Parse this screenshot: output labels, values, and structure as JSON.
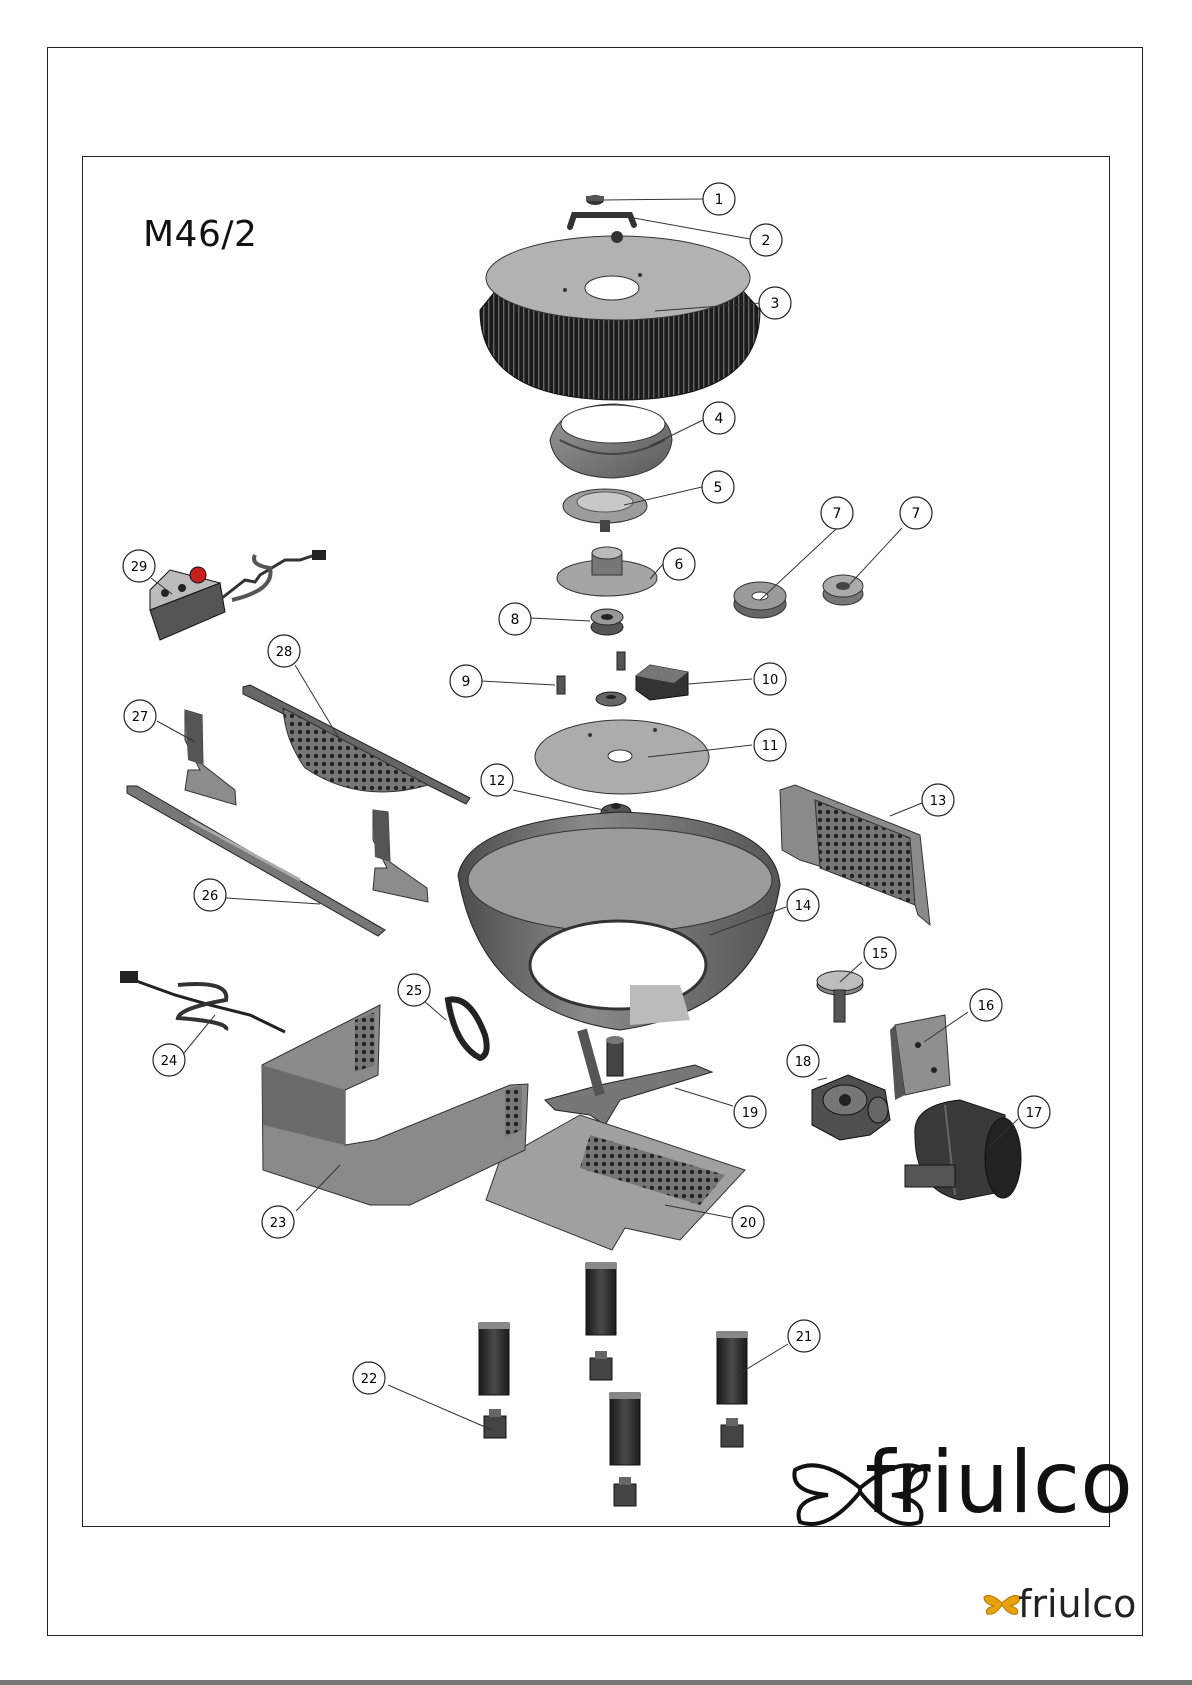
{
  "document": {
    "model_label": "M46/2",
    "brand_big": "friulco",
    "brand_small": "friulco"
  },
  "colors": {
    "line": "#222222",
    "part_dark": "#2a2a2a",
    "part_mid": "#6f6f6f",
    "part_light": "#a9a9a9",
    "logo_small": "#222222",
    "logo_butterfly_small": "#e8a20c"
  },
  "callouts": [
    {
      "label": "1"
    },
    {
      "label": "2"
    },
    {
      "label": "3"
    },
    {
      "label": "4"
    },
    {
      "label": "5"
    },
    {
      "label": "6"
    },
    {
      "label": "7"
    },
    {
      "label": "7"
    },
    {
      "label": "8"
    },
    {
      "label": "9"
    },
    {
      "label": "10"
    },
    {
      "label": "11"
    },
    {
      "label": "12"
    },
    {
      "label": "13"
    },
    {
      "label": "14"
    },
    {
      "label": "15"
    },
    {
      "label": "16"
    },
    {
      "label": "17"
    },
    {
      "label": "18"
    },
    {
      "label": "19"
    },
    {
      "label": "20"
    },
    {
      "label": "21"
    },
    {
      "label": "22"
    },
    {
      "label": "23"
    },
    {
      "label": "24"
    },
    {
      "label": "25"
    },
    {
      "label": "26"
    },
    {
      "label": "27"
    },
    {
      "label": "28"
    },
    {
      "label": "29"
    }
  ]
}
